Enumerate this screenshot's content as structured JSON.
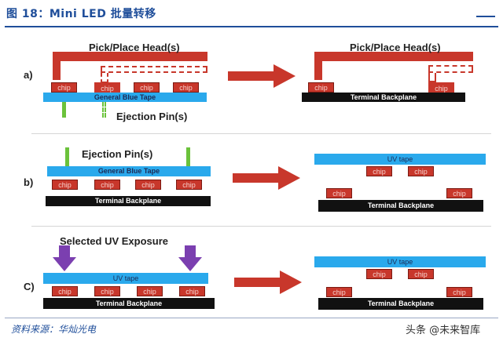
{
  "header": {
    "title": "图 18：Mini LED 批量转移"
  },
  "panels": [
    {
      "label": "a)",
      "head_label": "Pick/Place Head(s)",
      "tape_label": "General Blue Tape",
      "pin_label": "Ejection Pin(s)",
      "backplane_label": "Terminal Backplane"
    },
    {
      "label": "b)",
      "pin_label": "Ejection Pin(s)",
      "tape_label": "General Blue Tape",
      "backplane_label": "Terminal Backplane",
      "uv_label": "UV tape"
    },
    {
      "label": "C)",
      "exposure_label": "Selected UV Exposure",
      "uv_label": "UV tape",
      "backplane_label": "Terminal Backplane"
    }
  ],
  "chip_label": "chip",
  "footer": {
    "source": "资料来源：华灿光电",
    "watermark": "头条 @未来智库"
  },
  "colors": {
    "head": "#c8372b",
    "tape": "#2aa9ec",
    "backplane": "#111111",
    "pin": "#6bc23b",
    "arrow": "#c8372b",
    "uv_arrow": "#7b3fb0",
    "accent": "#1f4e9a"
  }
}
